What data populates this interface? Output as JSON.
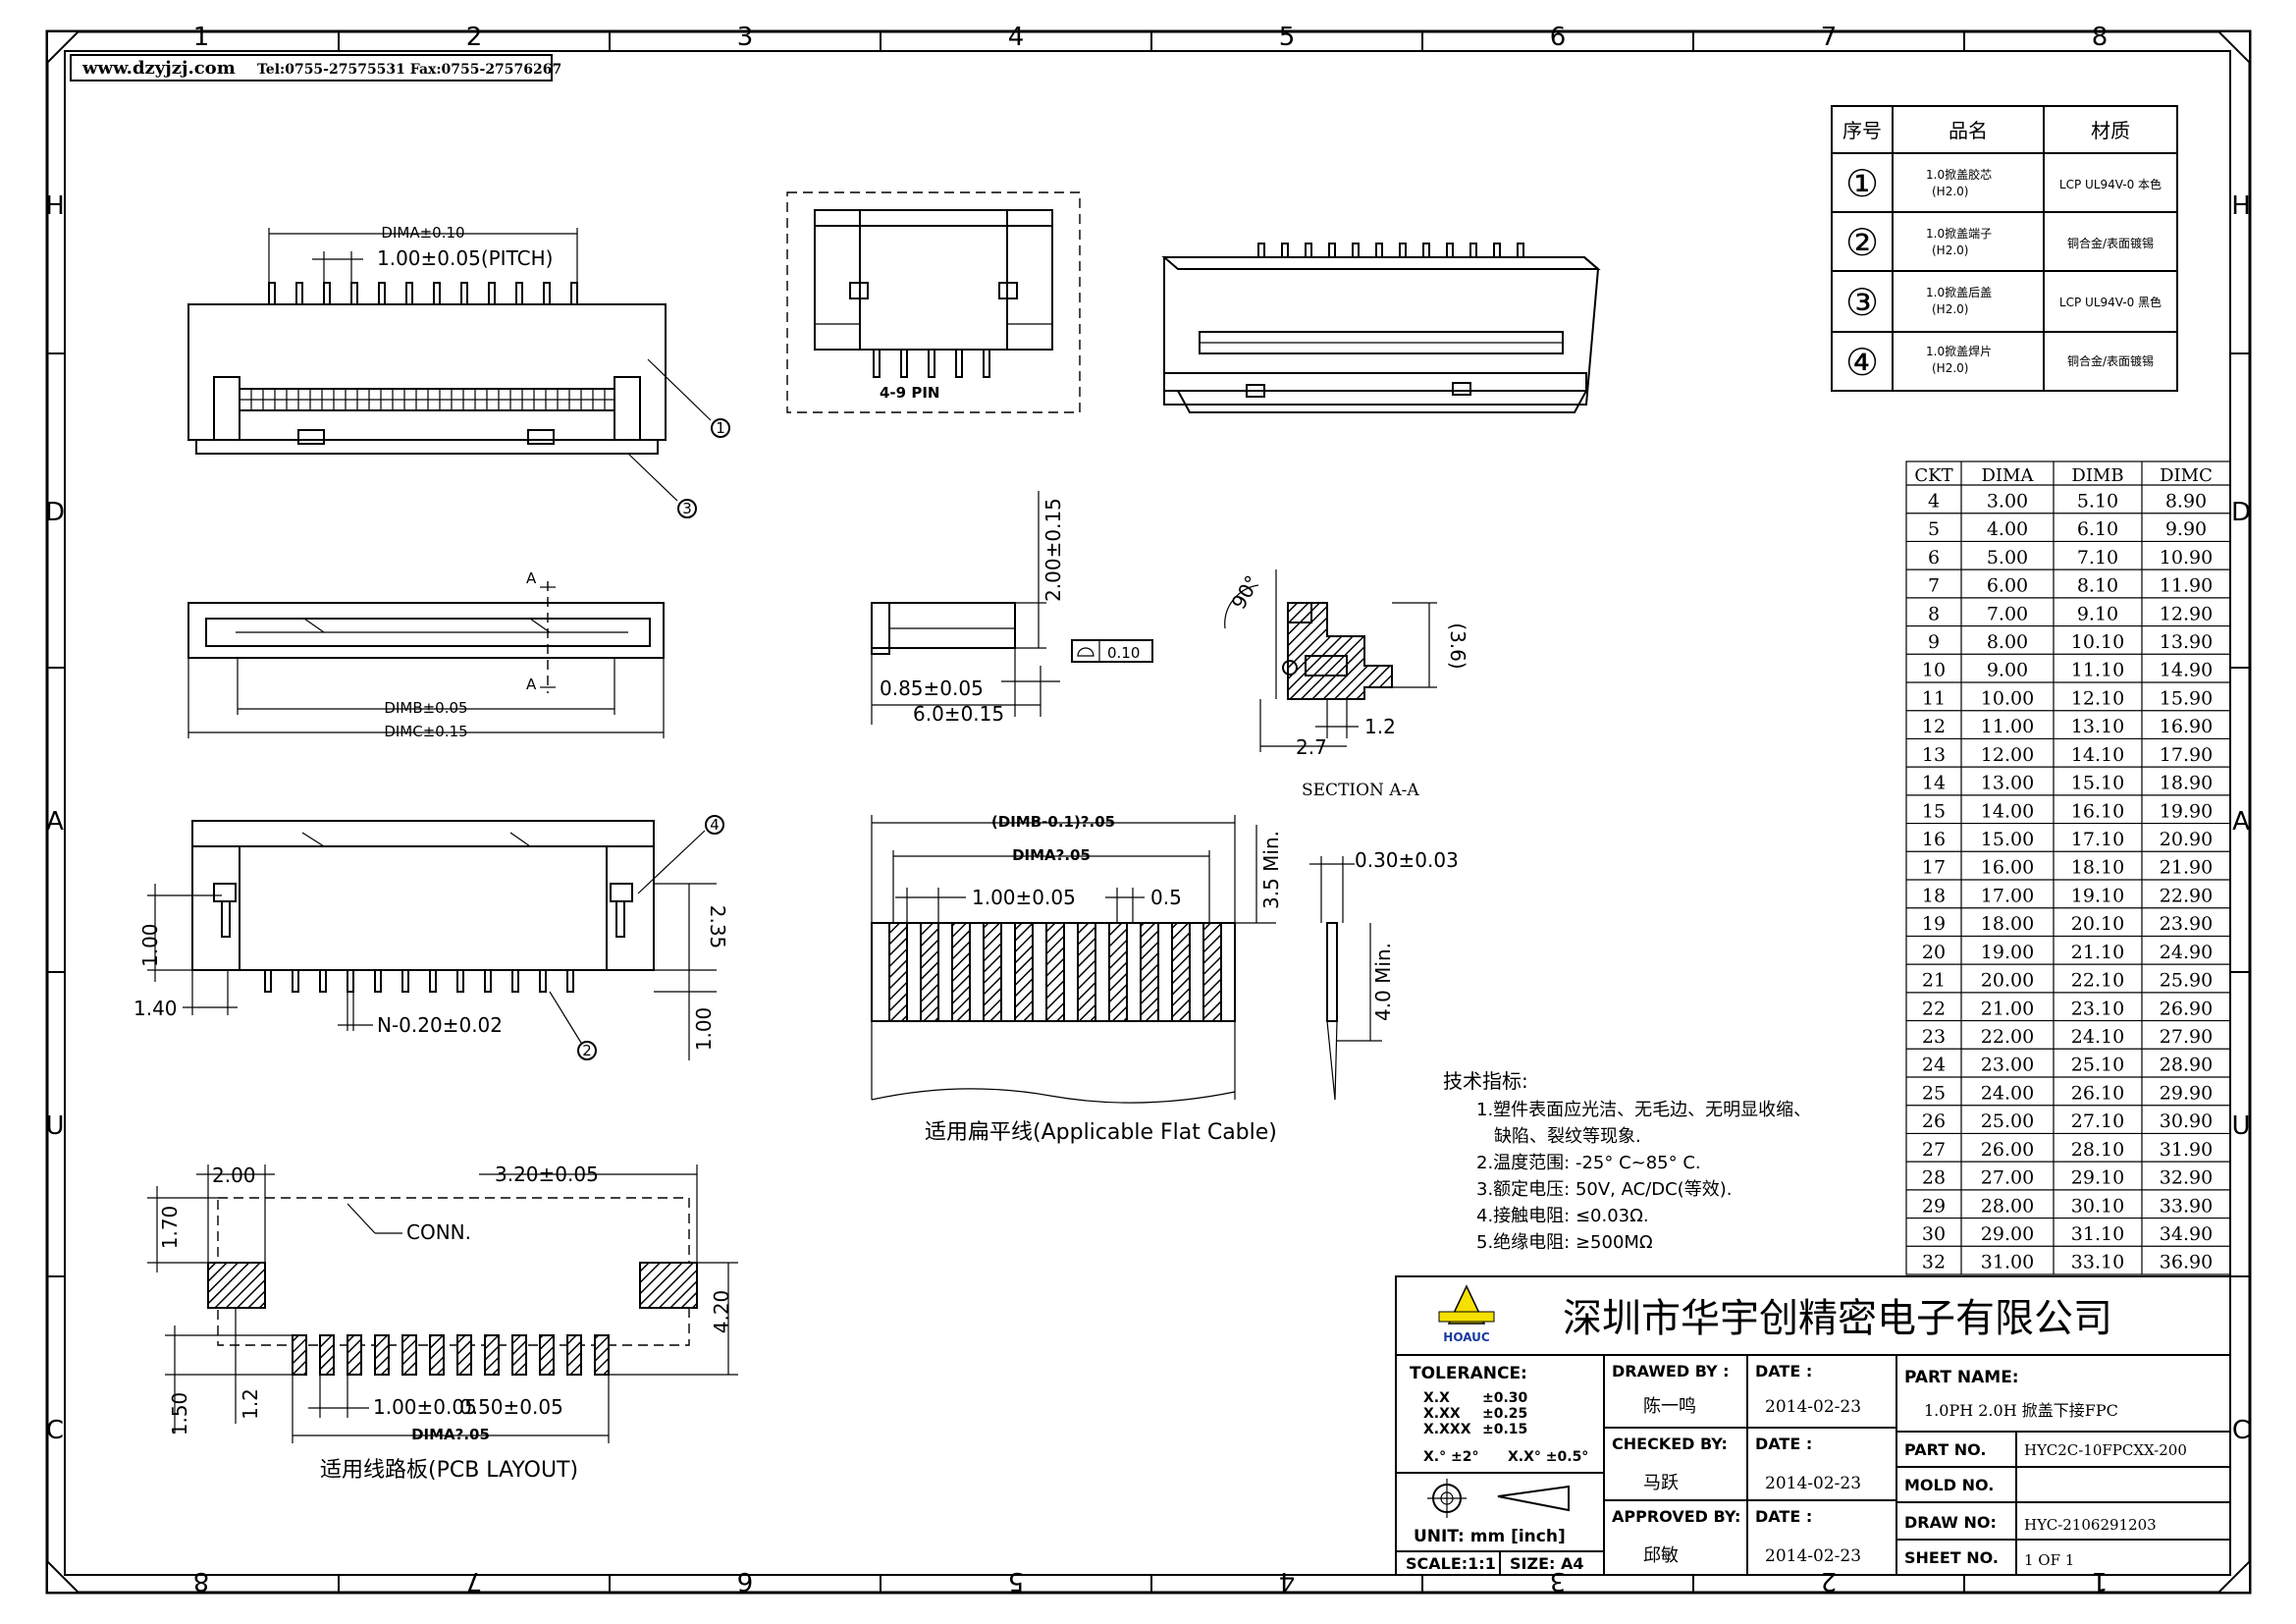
{
  "header": {
    "website": "www.dzyjzj.com",
    "contact": "Tel:0755-27575531 Fax:0755-27576267"
  },
  "zones": {
    "top": [
      "1",
      "2",
      "3",
      "4",
      "5",
      "6",
      "7",
      "8"
    ],
    "bottom": [
      "8",
      "7",
      "6",
      "5",
      "4",
      "3",
      "2",
      "1"
    ],
    "left": [
      "H",
      "D",
      "A",
      "U",
      "C"
    ],
    "right": [
      "H",
      "D",
      "A",
      "U",
      "C"
    ]
  },
  "parts_table": {
    "headers": [
      "序号",
      "品名",
      "材质"
    ],
    "rows": [
      {
        "no": "①",
        "name": "1.0掀盖胶芯",
        "sub": "(H2.0)",
        "material": "LCP UL94V-0 本色"
      },
      {
        "no": "②",
        "name": "1.0掀盖端子",
        "sub": "(H2.0)",
        "material": "铜合金/表面镀锡"
      },
      {
        "no": "③",
        "name": "1.0掀盖后盖",
        "sub": "(H2.0)",
        "material": "LCP UL94V-0 黑色"
      },
      {
        "no": "④",
        "name": "1.0掀盖焊片",
        "sub": "(H2.0)",
        "material": "铜合金/表面镀锡"
      }
    ]
  },
  "ckt_table": {
    "headers": [
      "CKT",
      "DIMA",
      "DIMB",
      "DIMC"
    ],
    "rows": [
      [
        "4",
        "3.00",
        "5.10",
        "8.90"
      ],
      [
        "5",
        "4.00",
        "6.10",
        "9.90"
      ],
      [
        "6",
        "5.00",
        "7.10",
        "10.90"
      ],
      [
        "7",
        "6.00",
        "8.10",
        "11.90"
      ],
      [
        "8",
        "7.00",
        "9.10",
        "12.90"
      ],
      [
        "9",
        "8.00",
        "10.10",
        "13.90"
      ],
      [
        "10",
        "9.00",
        "11.10",
        "14.90"
      ],
      [
        "11",
        "10.00",
        "12.10",
        "15.90"
      ],
      [
        "12",
        "11.00",
        "13.10",
        "16.90"
      ],
      [
        "13",
        "12.00",
        "14.10",
        "17.90"
      ],
      [
        "14",
        "13.00",
        "15.10",
        "18.90"
      ],
      [
        "15",
        "14.00",
        "16.10",
        "19.90"
      ],
      [
        "16",
        "15.00",
        "17.10",
        "20.90"
      ],
      [
        "17",
        "16.00",
        "18.10",
        "21.90"
      ],
      [
        "18",
        "17.00",
        "19.10",
        "22.90"
      ],
      [
        "19",
        "18.00",
        "20.10",
        "23.90"
      ],
      [
        "20",
        "19.00",
        "21.10",
        "24.90"
      ],
      [
        "21",
        "20.00",
        "22.10",
        "25.90"
      ],
      [
        "22",
        "21.00",
        "23.10",
        "26.90"
      ],
      [
        "23",
        "22.00",
        "24.10",
        "27.90"
      ],
      [
        "24",
        "23.00",
        "25.10",
        "28.90"
      ],
      [
        "25",
        "24.00",
        "26.10",
        "29.90"
      ],
      [
        "26",
        "25.00",
        "27.10",
        "30.90"
      ],
      [
        "27",
        "26.00",
        "28.10",
        "31.90"
      ],
      [
        "28",
        "27.00",
        "29.10",
        "32.90"
      ],
      [
        "29",
        "28.00",
        "30.10",
        "33.90"
      ],
      [
        "30",
        "29.00",
        "31.10",
        "34.90"
      ],
      [
        "32",
        "31.00",
        "33.10",
        "36.90"
      ]
    ]
  },
  "dims": {
    "dima_010": "DIMA±0.10",
    "pitch": "1.00±0.05(PITCH)",
    "balloon1": "1",
    "balloon2": "2",
    "balloon3": "3",
    "balloon4": "4",
    "section_a": "A",
    "dimb_005": "DIMB±0.05",
    "dimc_015": "DIMC±0.15",
    "pin_note": "4-9 PIN",
    "height": "2.00±0.15",
    "flat": "0.10",
    "w085": "0.85±0.05",
    "w60": "6.0±0.15",
    "angle": "90°",
    "h36": "(3.6)",
    "d12": "1.2",
    "d27": "2.7",
    "section_label": "SECTION A-A",
    "h100": "1.00",
    "w140": "1.40",
    "n_020": "N-0.20±0.02",
    "d235": "2.35",
    "v100": "1.00",
    "fpc_outer": "(DIMB-0.1)?.05",
    "fpc_dima": "DIMA?.05",
    "fpc_pitch": "1.00±0.05",
    "fpc_05": "0.5",
    "fpc_35": "3.5 Min.",
    "fpc_40": "4.0 Min.",
    "fpc_thick": "0.30±0.03",
    "fpc_caption": "适用扁平线(Applicable Flat Cable)",
    "pcb_200": "2.00",
    "pcb_320": "3.20±0.05",
    "pcb_170": "1.70",
    "pcb_conn": "CONN.",
    "pcb_420": "4.20",
    "pcb_150": "1.50",
    "pcb_12": "1.2",
    "pcb_pitch": "1.00±0.05",
    "pcb_050": "0.50±0.05",
    "pcb_dima": "DIMA?.05",
    "pcb_caption": "适用线路板(PCB LAYOUT)"
  },
  "tech": {
    "title": "技术指标:",
    "lines": [
      "1.塑件表面应光洁、无毛边、无明显收缩、",
      "缺陷、裂纹等现象.",
      "2.温度范围: -25° C~85° C.",
      "3.额定电压: 50V, AC/DC(等效).",
      "4.接触电阻: ≤0.03Ω.",
      "5.绝缘电阻: ≥500MΩ"
    ]
  },
  "title_block": {
    "company": "深圳市华宇创精密电子有限公司",
    "logo_text": "HOAUC",
    "tolerance_label": "TOLERANCE:",
    "tol_x": "X.X",
    "tol_x_v": "±0.30",
    "tol_xx": "X.XX",
    "tol_xx_v": "±0.25",
    "tol_xxx": "X.XXX",
    "tol_xxx_v": "±0.15",
    "tol_ang1": "X.° ±2°",
    "tol_ang2": "X.X° ±0.5°",
    "unit": "UNIT:  mm  [inch]",
    "scale": "SCALE:1:1",
    "size": "SIZE: A4",
    "drawn_by": "DRAWED BY :",
    "drawn_name": "陈一鸣",
    "checked_by": "CHECKED BY:",
    "checked_name": "马跃",
    "approved_by": "APPROVED BY:",
    "approved_name": "邱敏",
    "date_label": "DATE :",
    "date1": "2014-02-23",
    "date2": "2014-02-23",
    "date3": "2014-02-23",
    "part_name_label": "PART NAME:",
    "part_name": "1.0PH 2.0H 掀盖下接FPC",
    "part_no_label": "PART NO.",
    "part_no": "HYC2C-10FPCXX-200",
    "mold_no_label": "MOLD NO.",
    "mold_no": "",
    "draw_no_label": "DRAW NO:",
    "draw_no": "HYC-2106291203",
    "sheet_no_label": "SHEET NO.",
    "sheet_no": "1 OF 1"
  }
}
